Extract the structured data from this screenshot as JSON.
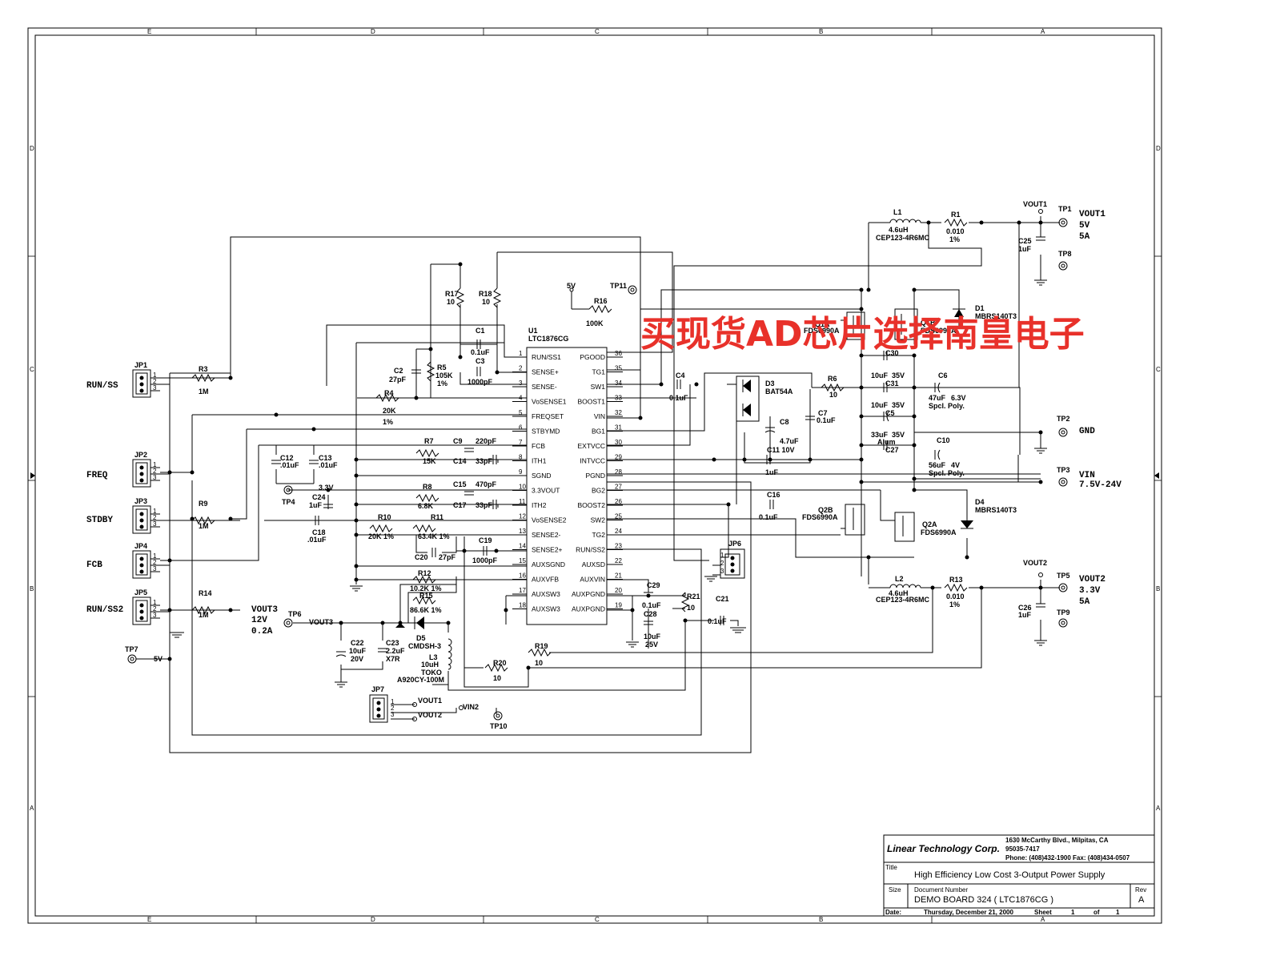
{
  "border": {
    "cols": [
      "E",
      "D",
      "C",
      "B",
      "A"
    ],
    "rows": [
      "D",
      "C",
      "B",
      "A"
    ]
  },
  "watermark": "买现货AD芯片选择南皇电子",
  "ic": {
    "ref": "U1",
    "part": "LTC1876CG",
    "left_pins": [
      {
        "num": "1",
        "name": "RUN/SS1"
      },
      {
        "num": "2",
        "name": "SENSE+"
      },
      {
        "num": "3",
        "name": "SENSE-"
      },
      {
        "num": "4",
        "name": "VoSENSE1"
      },
      {
        "num": "5",
        "name": "FREQSET"
      },
      {
        "num": "6",
        "name": "STBYMD"
      },
      {
        "num": "7",
        "name": "FCB"
      },
      {
        "num": "8",
        "name": "ITH1"
      },
      {
        "num": "9",
        "name": "SGND"
      },
      {
        "num": "10",
        "name": "3.3VOUT"
      },
      {
        "num": "11",
        "name": "ITH2"
      },
      {
        "num": "12",
        "name": "VoSENSE2"
      },
      {
        "num": "13",
        "name": "SENSE2-"
      },
      {
        "num": "14",
        "name": "SENSE2+"
      },
      {
        "num": "15",
        "name": "AUXSGND"
      },
      {
        "num": "16",
        "name": "AUXVFB"
      },
      {
        "num": "17",
        "name": "AUXSW3"
      },
      {
        "num": "18",
        "name": "AUXSW3"
      }
    ],
    "right_pins": [
      {
        "num": "36",
        "name": "PGOOD"
      },
      {
        "num": "35",
        "name": "TG1"
      },
      {
        "num": "34",
        "name": "SW1"
      },
      {
        "num": "33",
        "name": "BOOST1"
      },
      {
        "num": "32",
        "name": "VIN"
      },
      {
        "num": "31",
        "name": "BG1"
      },
      {
        "num": "30",
        "name": "EXTVCC"
      },
      {
        "num": "29",
        "name": "INTVCC"
      },
      {
        "num": "28",
        "name": "PGND"
      },
      {
        "num": "27",
        "name": "BG2"
      },
      {
        "num": "26",
        "name": "BOOST2"
      },
      {
        "num": "25",
        "name": "SW2"
      },
      {
        "num": "24",
        "name": "TG2"
      },
      {
        "num": "23",
        "name": "RUN/SS2"
      },
      {
        "num": "22",
        "name": "AUXSD"
      },
      {
        "num": "21",
        "name": "AUXVIN"
      },
      {
        "num": "20",
        "name": "AUXPGND"
      },
      {
        "num": "19",
        "name": "AUXPGND"
      }
    ]
  },
  "jumpers": [
    {
      "ref": "JP1",
      "label": "RUN/SS"
    },
    {
      "ref": "JP2",
      "label": "FREQ"
    },
    {
      "ref": "JP3",
      "label": "STDBY"
    },
    {
      "ref": "JP4",
      "label": "FCB"
    },
    {
      "ref": "JP5",
      "label": "RUN/SS2"
    }
  ],
  "jumper_pins": [
    "1",
    "2",
    "3"
  ],
  "outputs": {
    "vout1": {
      "net": "VOUT1",
      "tp": "TP1",
      "tp_gnd": "TP8",
      "lines": [
        "VOUT1",
        "5V",
        "5A"
      ]
    },
    "gnd": {
      "tp": "TP2",
      "label": "GND"
    },
    "vin": {
      "tp": "TP3",
      "lines": [
        "VIN",
        "7.5V-24V"
      ]
    },
    "vout2": {
      "net": "VOUT2",
      "tp": "TP5",
      "tp_gnd": "TP9",
      "lines": [
        "VOUT2",
        "3.3V",
        "5A"
      ]
    },
    "vout3": {
      "net": "VOUT3",
      "tp": "TP6",
      "lines": [
        "VOUT3",
        "12V",
        "0.2A"
      ]
    },
    "tp7": {
      "tp": "TP7",
      "label": "5V"
    },
    "tp4": {
      "tp": "TP4",
      "label": "3.3V"
    },
    "tp10": {
      "tp": "TP10",
      "label": "VIN2"
    },
    "tp11": {
      "tp": "TP11",
      "label": "5V"
    }
  },
  "jp6": {
    "ref": "JP6",
    "pins": [
      "1",
      "2",
      "3"
    ]
  },
  "jp7": {
    "ref": "JP7",
    "pins": [
      "1",
      "2",
      "3"
    ],
    "nets": [
      "VOUT1",
      "VOUT2"
    ]
  },
  "components": {
    "R3": [
      "R3",
      "1M"
    ],
    "R9": [
      "R9",
      "1M"
    ],
    "R14": [
      "R14",
      "1M"
    ],
    "R4": [
      "R4",
      "20K",
      "1%"
    ],
    "R5": [
      "R5",
      "105K",
      "1%"
    ],
    "R7": [
      "R7",
      "15K"
    ],
    "R8": [
      "R8",
      "6.8K"
    ],
    "R10": [
      "R10",
      "20K 1%"
    ],
    "R11": [
      "R11",
      "63.4K 1%"
    ],
    "R12": [
      "R12",
      "10.2K 1%"
    ],
    "R15": [
      "R15",
      "86.6K 1%"
    ],
    "R16": [
      "R16",
      "100K"
    ],
    "R17": [
      "R17",
      "10"
    ],
    "R18": [
      "R18",
      "10"
    ],
    "R19": [
      "R19",
      "10"
    ],
    "R20": [
      "R20",
      "10"
    ],
    "R21": [
      "R21",
      "10"
    ],
    "R6": [
      "R6",
      "10"
    ],
    "R1": [
      "R1",
      "0.010",
      "1%"
    ],
    "R13": [
      "R13",
      "0.010",
      "1%"
    ],
    "C1": [
      "C1",
      "0.1uF"
    ],
    "C3": [
      "C3",
      "1000pF"
    ],
    "C2": [
      "C2",
      "27pF"
    ],
    "C9": [
      "C9",
      "220pF"
    ],
    "C14": [
      "C14",
      "33pF"
    ],
    "C15": [
      "C15",
      "470pF"
    ],
    "C17": [
      "C17",
      "33pF"
    ],
    "C12": [
      "C12",
      ".01uF"
    ],
    "C13": [
      "C13",
      ".01uF"
    ],
    "C24": [
      "C24",
      "1uF"
    ],
    "C18": [
      "C18",
      ".01uF"
    ],
    "C20": [
      "C20",
      "27pF"
    ],
    "C19": [
      "C19",
      "1000pF"
    ],
    "C4": [
      "C4",
      "0.1uF"
    ],
    "C7": [
      "C7",
      "0.1uF"
    ],
    "C8": [
      "C8",
      "4.7uF"
    ],
    "C11": [
      "C11 10V",
      "1uF"
    ],
    "C16": [
      "C16",
      "0.1uF"
    ],
    "C29": [
      "C29",
      "0.1uF"
    ],
    "C28": [
      "C28",
      "10uF",
      "25V"
    ],
    "C21": [
      "C21",
      "0.1uF"
    ],
    "C22": [
      "C22",
      "10uF",
      "20V"
    ],
    "C23": [
      "C23",
      "2.2uF",
      "X7R"
    ],
    "C30": [
      "C30",
      "10uF",
      "35V"
    ],
    "C31": [
      "C31",
      "10uF",
      "35V"
    ],
    "C5": [
      "C5",
      "33uF",
      "35V",
      "Alum"
    ],
    "C27": [
      "C27"
    ],
    "C6": [
      "C6",
      "47uF",
      "6.3V",
      "Spcl. Poly."
    ],
    "C10": [
      "C10",
      "56uF",
      "4V",
      "Spcl. Poly."
    ],
    "C25": [
      "C25",
      "1uF"
    ],
    "C26": [
      "C26",
      "1uF"
    ],
    "L1": [
      "L1",
      "4.6uH",
      "CEP123-4R6MC"
    ],
    "L2": [
      "L2",
      "4.6uH",
      "CEP123-4R6MC"
    ],
    "L3": [
      "L3",
      "10uH",
      "TOKO",
      "A920CY-100M"
    ],
    "D1": [
      "D1",
      "MBRS140T3"
    ],
    "D4": [
      "D4",
      "MBRS140T3"
    ],
    "D3": [
      "D3",
      "BAT54A"
    ],
    "D5": [
      "D5",
      "CMDSH-3"
    ],
    "Q1A": [
      "Q1A",
      "FDS6990A"
    ],
    "Q1B": [
      "Q1B",
      "FDS6990A"
    ],
    "Q2A": [
      "Q2A",
      "FDS6990A"
    ],
    "Q2B": [
      "Q2B",
      "FDS6990A"
    ]
  },
  "title_block": {
    "company": "Linear Technology Corp.",
    "address1": "1630 McCarthy Blvd., Milpitas, CA",
    "address2": "95035-7417",
    "phone": "Phone: (408)432-1900 Fax: (408)434-0507",
    "title_label": "Title",
    "title": "High Efficiency Low Cost 3-Output Power Supply",
    "size_label": "Size",
    "docnum_label": "Document Number",
    "docnum": "DEMO BOARD 324 ( LTC1876CG )",
    "rev_label": "Rev",
    "rev": "A",
    "date_label": "Date:",
    "date": "Thursday, December 21, 2000",
    "sheet_label": "Sheet",
    "sheet": "1",
    "of_label": "of",
    "of": "1"
  }
}
